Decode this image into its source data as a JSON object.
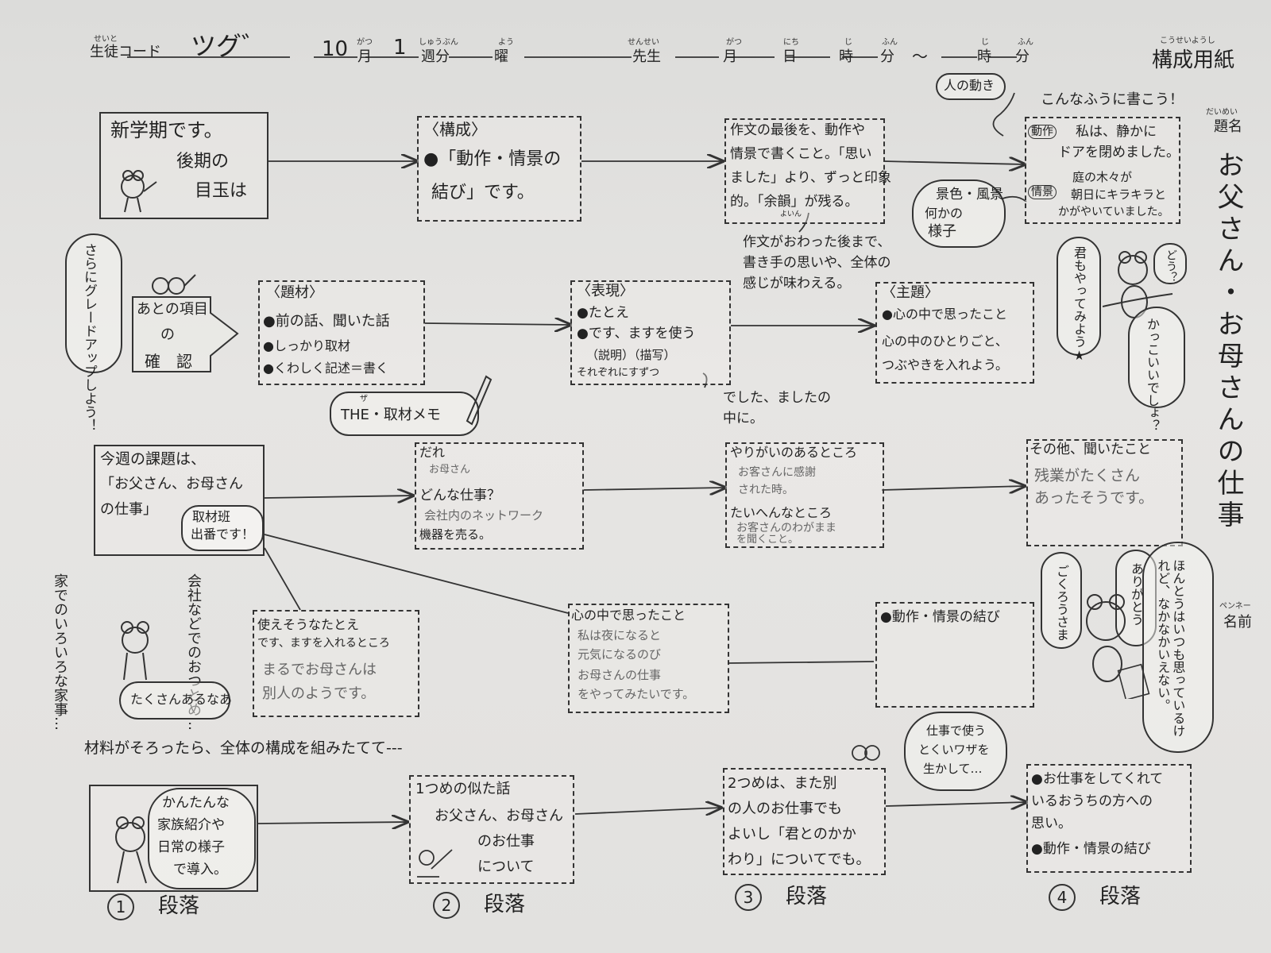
{
  "header": {
    "student_code_ruby": "せいと",
    "student_code_label": "生徒コード",
    "student_code_value": "ツグ゛",
    "month_value": "10",
    "month_ruby": "がつ",
    "month_label": "月",
    "week_value": "1",
    "week_ruby": "しゅうぶん",
    "week_label": "週分",
    "day_ruby": "よう",
    "day_label": "曜",
    "teacher_ruby": "せんせい",
    "teacher_label": "先生",
    "date_month_ruby": "がつ",
    "date_month_label": "月",
    "date_day_ruby": "にち",
    "date_day_label": "日",
    "hour_ruby": "じ",
    "hour_label": "時",
    "minute_ruby": "ふん",
    "minute_label": "分",
    "tilde": "〜",
    "hour2_ruby": "じ",
    "hour2_label": "時",
    "minute2_ruby": "ふん",
    "minute2_label": "分",
    "form_ruby": "こうせいようし",
    "form_title": "構成用紙"
  },
  "right_column": {
    "title_ruby": "だいめい",
    "title_label": "題名",
    "title_value": "お父さん・お母さんの仕事",
    "name_ruby": "ペンネー",
    "name_label": "名前"
  },
  "row1": {
    "box1": [
      "新学期です。",
      "後期の",
      "目玉は"
    ],
    "box2": [
      "〈構成〉",
      "●「動作・情景の",
      "結び」です。"
    ],
    "box3": [
      "作文の最後を、動作や",
      "情景で書くこと。「思い",
      "ました」より、ずっと印象",
      "的。「余韻」が残る。"
    ],
    "box3_ruby": "よいん",
    "note_below_box3": [
      "作文がおわった後まで、",
      "書き手の思いや、全体の",
      "感じが味わえる。"
    ],
    "bubble_movement": "人の動き",
    "top_note": "こんなふうに書こう！",
    "box4_tag1": "動作",
    "box4_line1": "私は、静かに",
    "box4_line2": "ドアを閉めました。",
    "box4_tag2": "情景",
    "box4_line3": "庭の木々が",
    "box4_line4": "朝日にキラキラと",
    "box4_line5": "かがやいていました。",
    "bubble_scenery": [
      "景色・風景",
      "何かの",
      "様子"
    ]
  },
  "row2": {
    "left_bubble": "さらにグレードアップしよう！",
    "arrow_box": [
      "あとの項目",
      "の",
      "確　認"
    ],
    "box1": [
      "〈題材〉",
      "●前の話、聞いた話",
      "●しっかり取材",
      "●くわしく記述＝書く"
    ],
    "memo": "THE・取材メモ",
    "memo_ruby": "ザ",
    "box2": [
      "〈表現〉",
      "●たとえ",
      "●です、ますを使う",
      "（説明）（描写）",
      "それぞれにすずつ"
    ],
    "note_below_box2": [
      "でした、ましたの",
      "中に。"
    ],
    "box3": [
      "〈主題〉",
      "●心の中で思ったこと",
      "心の中のひとりごと、",
      "つぶやきを入れよう。"
    ],
    "frog_bubble_do": "どう？",
    "frog_bubble_try": "君もやってみよう★",
    "frog_bubble_cool": "かっこいいでしょ？"
  },
  "row3": {
    "box1": [
      "今週の課題は、",
      "「お父さん、お母さん",
      "の仕事」"
    ],
    "box1_tag": [
      "取材班",
      "出番です！"
    ],
    "box2_head": "だれ",
    "box2_who": "お母さん",
    "box2_q": "どんな仕事？",
    "box2_ans": [
      "会社内のネットワーク",
      "機器を売る。"
    ],
    "box3_head": "やりがいのあるところ",
    "box3_ans": [
      "お客さんに感謝",
      "された時。"
    ],
    "box3_head2": "たいへんなところ",
    "box3_ans2": [
      "お客さんのわがまま",
      "を聞くこと。"
    ],
    "box4_head": "その他、聞いたこと",
    "box4_ans": [
      "残業がたくさん",
      "あったそうです。"
    ]
  },
  "row4": {
    "vertical_home": "家でのいろいろな家事…",
    "vertical_company": "会社などでのおつとめ…",
    "frog_bubble": "たくさんあるなあ",
    "box1_head": "使えそうなたとえ",
    "box1_head2": "です、ますを入れるところ",
    "box1_ans": [
      "まるでお母さんは",
      "別人のようです。"
    ],
    "box2_head": "心の中で思ったこと",
    "box2_ans": [
      "私は夜になると",
      "元気になるのび",
      "お母さんの仕事",
      "をやってみたいです。"
    ],
    "box3_head": "●動作・情景の結び",
    "frog_bubble_thanks": "ごくろうさま",
    "frog_bubble_arigato": "ありがとう",
    "frog_bubble_honto": "ほんとうはいつも思っているけれど、なかなかいえない。"
  },
  "row5": {
    "instruction": "材料がそろったら、全体の構成を組みたてて---",
    "box1_bubble": [
      "かんたんな",
      "家族紹介や",
      "日常の様子",
      "で導入。"
    ],
    "box2": [
      "1つめの似た話",
      "お父さん、お母さん",
      "のお仕事",
      "について"
    ],
    "box3": [
      "2つめは、また別",
      "の人のお仕事でも",
      "よいし「君とのかか",
      "わり」についてでも。"
    ],
    "bubble_words": [
      "仕事で使う",
      "とくいワザを",
      "生かして…"
    ],
    "box4": [
      "●お仕事をしてくれて",
      "いるおうちの方への",
      "思い。",
      "●動作・情景の結び"
    ],
    "para1_num": "1",
    "para2_num": "2",
    "para3_num": "3",
    "para4_num": "4",
    "para_label": "段落"
  }
}
